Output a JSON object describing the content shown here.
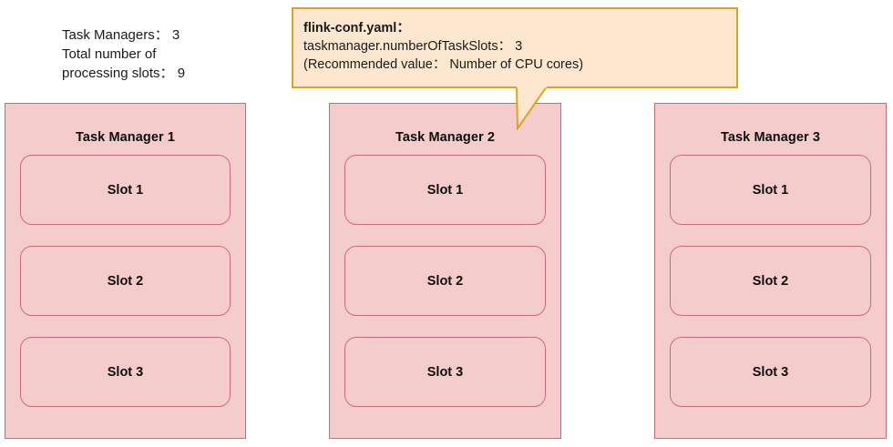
{
  "summary": {
    "lines": [
      "Task Managers： 3",
      "Total number of",
      "processing slots： 9"
    ]
  },
  "callout": {
    "title": "flink-conf.yaml：",
    "lines": [
      "taskmanager.numberOfTaskSlots： 3",
      "(Recommended value： Number of CPU cores)"
    ],
    "background_color": "#fde8cf",
    "border_color": "#d6a521",
    "points_to": "Task Manager 2"
  },
  "task_managers": [
    {
      "title": "Task Manager 1",
      "slots": [
        {
          "label": "Slot 1"
        },
        {
          "label": "Slot 2"
        },
        {
          "label": "Slot 3"
        }
      ]
    },
    {
      "title": "Task Manager 2",
      "slots": [
        {
          "label": "Slot 1"
        },
        {
          "label": "Slot 2"
        },
        {
          "label": "Slot 3"
        }
      ]
    },
    {
      "title": "Task Manager 3",
      "slots": [
        {
          "label": "Slot 1"
        },
        {
          "label": "Slot 2"
        },
        {
          "label": "Slot 3"
        }
      ]
    }
  ],
  "colors": {
    "box_fill": "#f5cccc",
    "box_border": "#cc6b73",
    "callout_fill": "#fde8cf",
    "callout_border": "#d6a521",
    "text": "#0d0d0d",
    "page_background": "#ffffff"
  }
}
